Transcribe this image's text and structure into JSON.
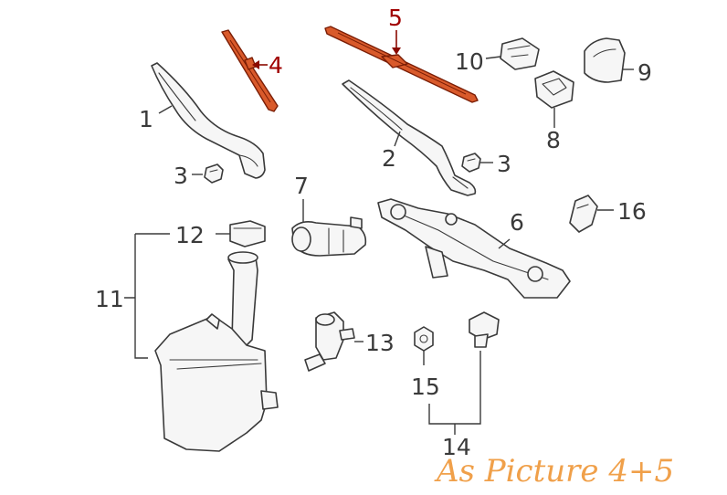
{
  "labels": {
    "p1": "1",
    "p2": "2",
    "p3a": "3",
    "p3b": "3",
    "p4": "4",
    "p5": "5",
    "p6": "6",
    "p7": "7",
    "p8": "8",
    "p9": "9",
    "p10": "10",
    "p11": "11",
    "p12": "12",
    "p13": "13",
    "p14": "14",
    "p15": "15",
    "p16": "16"
  },
  "caption": "As Picture 4+5",
  "colors": {
    "highlight_part": "#d95a2b",
    "highlight_label": "#a00000",
    "caption": "#f0a04a",
    "line_art": "#3a3a3a"
  }
}
